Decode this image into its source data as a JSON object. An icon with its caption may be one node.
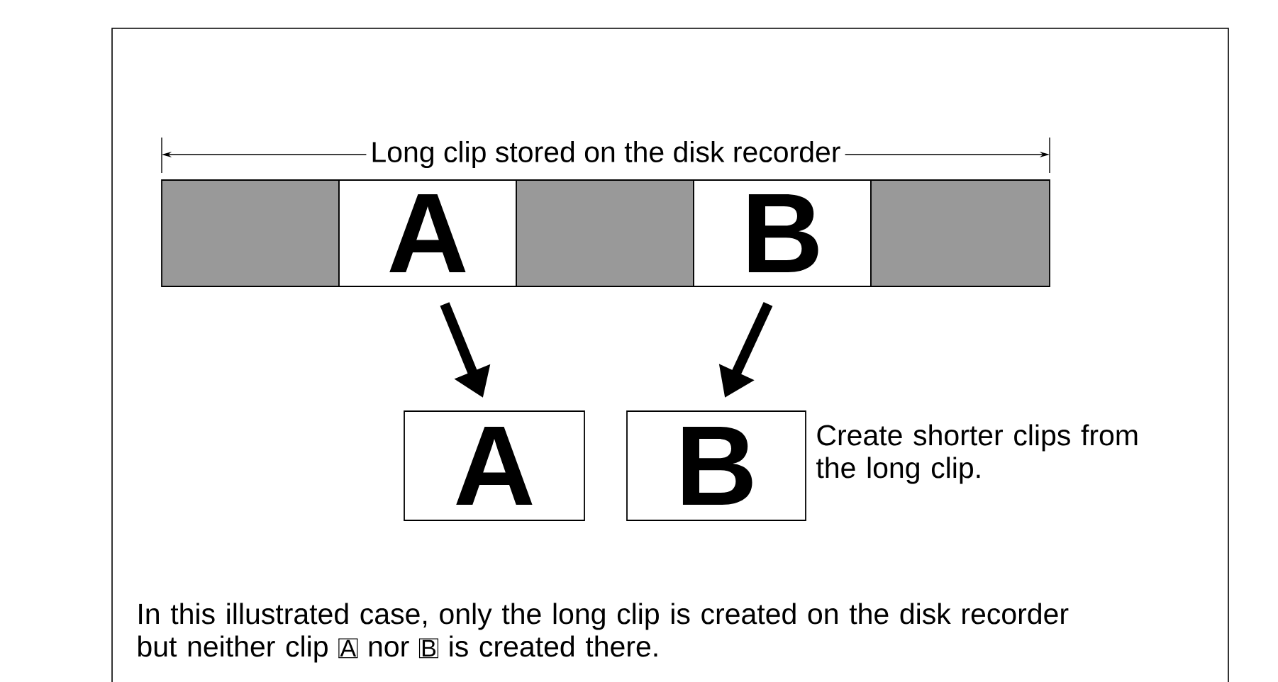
{
  "diagram": {
    "nodes": [
      {
        "text": [],
        "shape": "box"
      },
      {
        "text": [
          "A"
        ]
      },
      {
        "text": [],
        "shape": "box"
      },
      {
        "text": [
          "B"
        ]
      },
      {
        "text": [],
        "shape": "box"
      },
      {
        "text": [
          "A"
        ]
      },
      {
        "text": [
          "B"
        ],
        "beside": [
          "Create shorter clips from the long clip."
        ]
      }
    ],
    "edges": [
      {
        "from": 1,
        "to": 5,
        "arrow": "to"
      },
      {
        "from": 3,
        "to": 6,
        "arrow": "to"
      }
    ],
    "labels": [
      "Long clip stored on the disk recorder",
      "In this illustrated case, only the long clip is created on the disk recorder but neither clip",
      "A",
      "nor",
      "B",
      "is created there."
    ]
  }
}
